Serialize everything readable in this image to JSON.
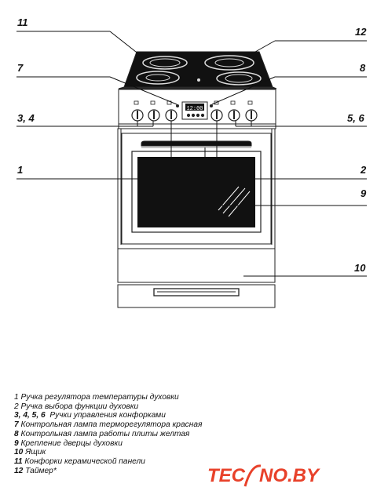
{
  "callouts": {
    "c11": "11",
    "c12": "12",
    "c7": "7",
    "c8": "8",
    "c34": "3, 4",
    "c56": "5, 6",
    "c1": "1",
    "c2": "2",
    "c9": "9",
    "c10": "10"
  },
  "timer_display": "12:00",
  "legend": [
    {
      "num": "1",
      "text": "Ручка регулятора температуры духовки"
    },
    {
      "num": "2",
      "text": "Ручка выбора функции духовки"
    },
    {
      "num": "3, 4, 5, 6",
      "text": "Ручки управления конфорками"
    },
    {
      "num": "7",
      "text": "Контрольная лампа терморегулятора красная"
    },
    {
      "num": "8",
      "text": "Контрольная лампа работы плиты  желтая"
    },
    {
      "num": "9",
      "text": "Крепление дверцы духовки"
    },
    {
      "num": "10",
      "text": "Ящик"
    },
    {
      "num": "11",
      "text": "Конфорки керамической панели"
    },
    {
      "num": "12",
      "text": "Таймер*"
    }
  ],
  "logo": {
    "part1": "TEC",
    "part2": "NO.BY",
    "color": "#e8412a"
  }
}
